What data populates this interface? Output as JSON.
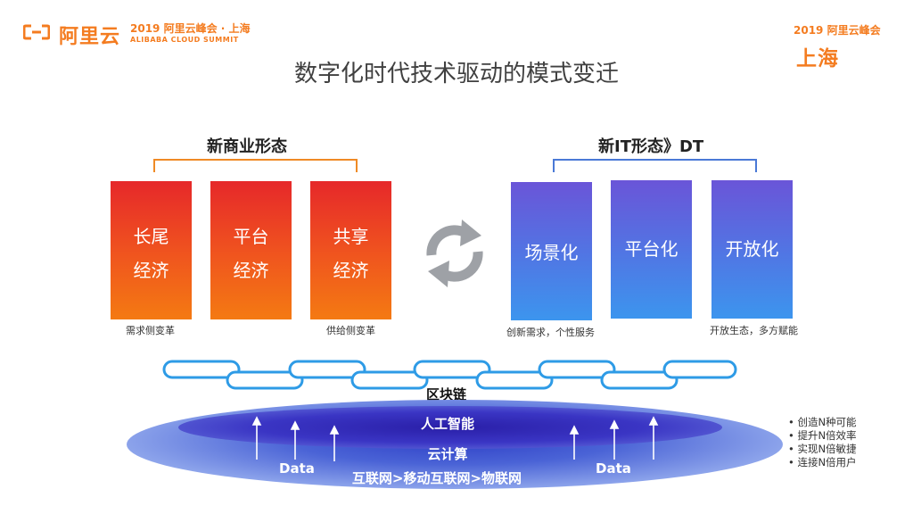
{
  "header": {
    "brand": "阿里云",
    "summit_title": "2019 阿里云峰会 · 上海",
    "summit_subtitle": "ALIBABA CLOUD SUMMIT",
    "summit_right_title": "2019 阿里云峰会",
    "summit_right_city": "上海"
  },
  "slide": {
    "title": "数字化时代技术驱动的模式变迁"
  },
  "left_section": {
    "title": "新商业形态",
    "cards": [
      {
        "line1": "长尾",
        "line2": "经济"
      },
      {
        "line1": "平台",
        "line2": "经济"
      },
      {
        "line1": "共享",
        "line2": "经济"
      }
    ],
    "caption_left": "需求侧变革",
    "caption_right": "供给侧变革"
  },
  "right_section": {
    "title": "新IT形态》DT",
    "cards": [
      "场景化",
      "平台化",
      "开放化"
    ],
    "caption_left": "创新需求，个性服务",
    "caption_right": "开放生态，多方赋能"
  },
  "layers": {
    "blockchain": "区块链",
    "ai": "人工智能",
    "cloud": "云计算",
    "network": "互联网>移动互联网>物联网",
    "data_left": "Data",
    "data_right": "Data"
  },
  "bullets": [
    "创造N种可能",
    "提升N倍效率",
    "实现N倍敏捷",
    "连接N倍用户"
  ],
  "colors": {
    "brand_orange": "#f47c20",
    "bracket_blue": "#4a79d6",
    "chain_blue": "#2e9be6"
  }
}
